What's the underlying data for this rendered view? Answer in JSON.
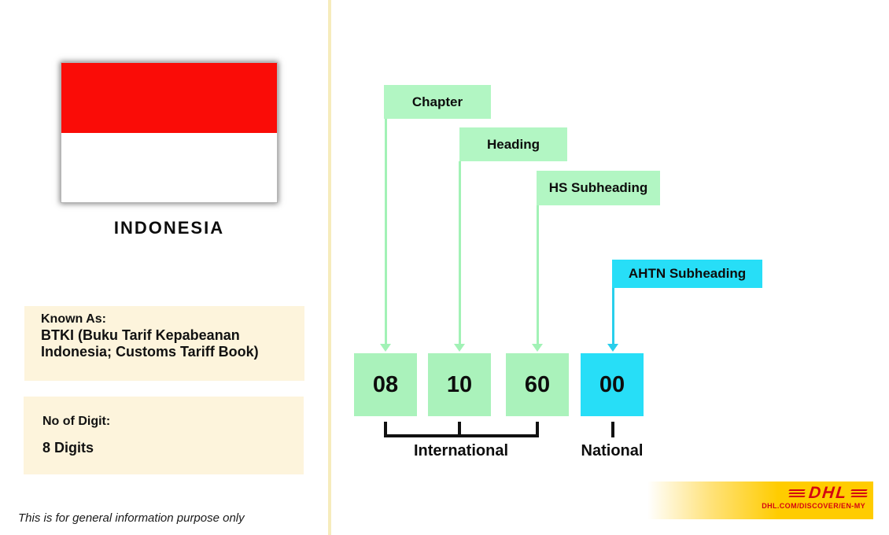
{
  "colors": {
    "flag_red": "#fa0c07",
    "mint_green": "#aaf2bb",
    "cyan": "#27def7",
    "cream_card": "#fdf4dc",
    "divider_yellow": "#f6ecbc",
    "dhl_yellow": "#ffcc00",
    "dhl_red": "#d40511"
  },
  "left_panel": {
    "country_name": "INDONESIA",
    "known_as": {
      "label": "Known As:",
      "value": "BTKI (Buku Tarif Kepabeanan Indonesia; Customs Tariff Book)"
    },
    "digits": {
      "label": "No of Digit:",
      "value": "8 Digits"
    },
    "disclaimer": "This is for general information purpose only"
  },
  "diagram": {
    "levels": [
      {
        "label": "Chapter",
        "code": "08",
        "scope": "International",
        "color": "#aaf2bb"
      },
      {
        "label": "Heading",
        "code": "10",
        "scope": "International",
        "color": "#aaf2bb"
      },
      {
        "label": "HS Subheading",
        "code": "60",
        "scope": "International",
        "color": "#aaf2bb"
      },
      {
        "label": "AHTN Subheading",
        "code": "00",
        "scope": "National",
        "color": "#27def7"
      }
    ],
    "groups": {
      "international": "International",
      "national": "National"
    }
  },
  "footer": {
    "brand": "DHL",
    "url": "DHL.COM/DISCOVER/EN-MY"
  }
}
